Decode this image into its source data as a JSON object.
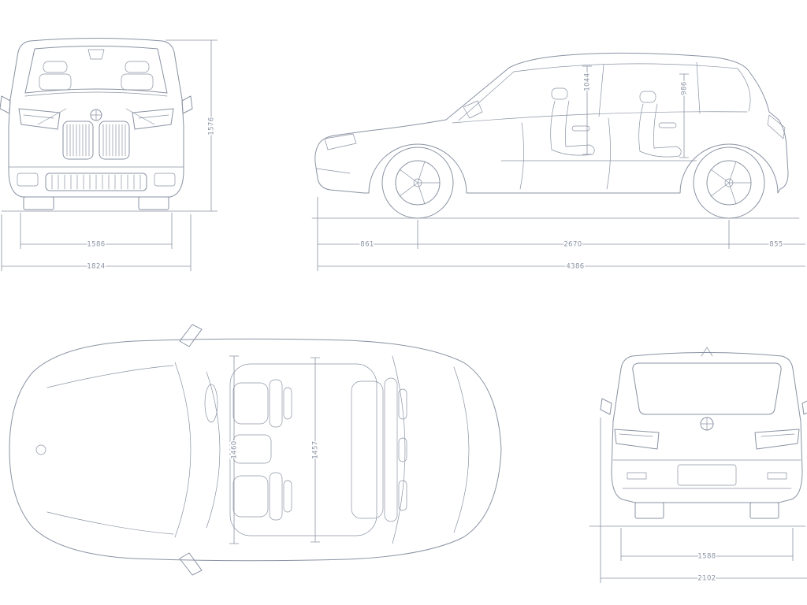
{
  "diagram": {
    "type": "vehicle-dimension-blueprint",
    "line_color": "#8a93a3",
    "background_color": "#ffffff",
    "views": {
      "front": {
        "name": "front-view",
        "height_mm": "1576",
        "track_front_mm": "1586",
        "width_mm": "1824"
      },
      "side": {
        "name": "side-view",
        "headroom_front_mm": "1044",
        "headroom_rear_mm": "986",
        "front_overhang_mm": "861",
        "wheelbase_mm": "2670",
        "rear_overhang_mm": "855",
        "length_mm": "4386"
      },
      "top": {
        "name": "top-view",
        "interior_width_front_mm": "1460",
        "interior_width_rear_mm": "1457"
      },
      "rear": {
        "name": "rear-view",
        "track_rear_mm": "1588",
        "width_incl_mirrors_mm": "2102"
      }
    }
  }
}
